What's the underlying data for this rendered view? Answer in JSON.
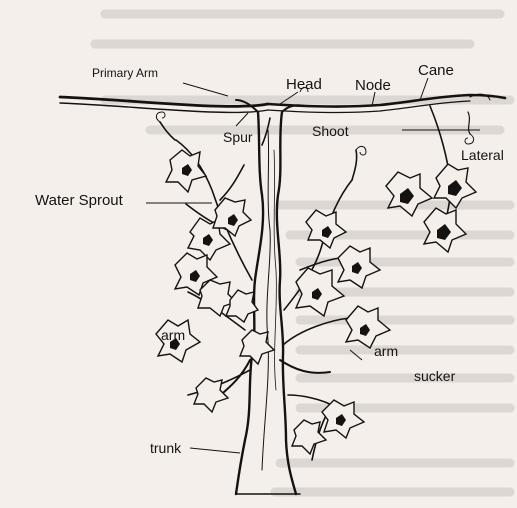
{
  "labels": {
    "primary_arm": "Primary Arm",
    "head": "Head",
    "node": "Node",
    "cane": "Cane",
    "spur": "Spur",
    "shoot": "Shoot",
    "lateral": "Lateral",
    "water_sprout": "Water Sprout",
    "arm_left": "arm",
    "arm_right": "arm",
    "sucker": "sucker",
    "trunk": "trunk"
  },
  "colors": {
    "paper": "#f4efeb",
    "ink": "#151311",
    "bleed": "#c9c4bf"
  }
}
